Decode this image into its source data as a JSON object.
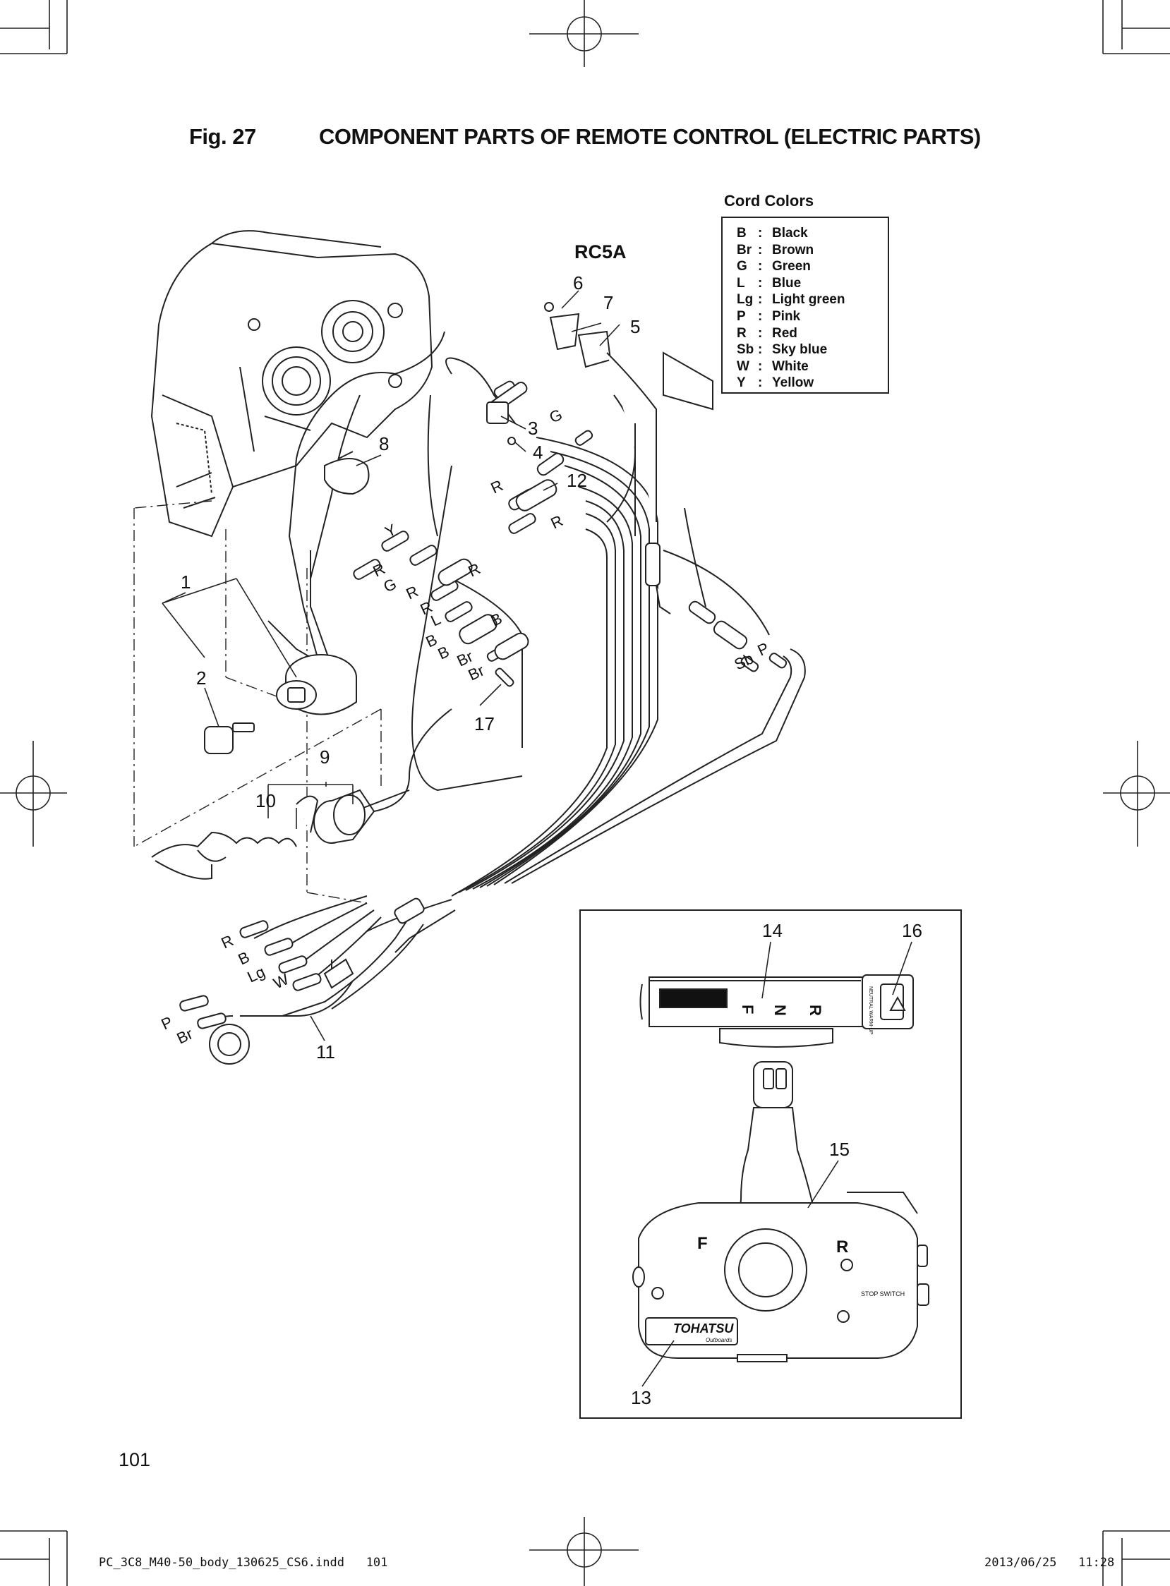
{
  "header": {
    "fig_label": "Fig. 27",
    "title": "COMPONENT PARTS OF REMOTE CONTROL (ELECTRIC PARTS)"
  },
  "model": "RC5A",
  "legend": {
    "title": "Cord Colors",
    "items": [
      {
        "code": "B",
        "name": "Black"
      },
      {
        "code": "Br",
        "name": "Brown"
      },
      {
        "code": "G",
        "name": "Green"
      },
      {
        "code": "L",
        "name": "Blue"
      },
      {
        "code": "Lg",
        "name": "Light green"
      },
      {
        "code": "P",
        "name": "Pink"
      },
      {
        "code": "R",
        "name": "Red"
      },
      {
        "code": "Sb",
        "name": "Sky blue"
      },
      {
        "code": "W",
        "name": "White"
      },
      {
        "code": "Y",
        "name": "Yellow"
      }
    ]
  },
  "callouts": {
    "c1": "1",
    "c2": "2",
    "c3": "3",
    "c4": "4",
    "c5": "5",
    "c6": "6",
    "c7": "7",
    "c8": "8",
    "c9": "9",
    "c10": "10",
    "c11": "11",
    "c12": "12",
    "c13": "13",
    "c14": "14",
    "c15": "15",
    "c16": "16",
    "c17": "17"
  },
  "wire_labels": {
    "g_top": "G",
    "r_12a": "R",
    "r_12b": "R",
    "y": "Y",
    "r1": "R",
    "g1": "G",
    "r2": "R",
    "r3": "R",
    "r4": "R",
    "l": "L",
    "b1": "B",
    "b2": "B",
    "b3": "B",
    "br1": "Br",
    "br2": "Br",
    "p_right": "P",
    "sb_right": "Sb",
    "r_bot": "R",
    "b_bot": "B",
    "lg_bot": "Lg",
    "w_bot": "W",
    "p_bot": "P",
    "br_bot": "Br"
  },
  "inset": {
    "indicator_f": "F",
    "indicator_n": "N",
    "indicator_r": "R",
    "neutral_warmup": "NEUTRAL WARM-UP",
    "lever_f": "F",
    "lever_r": "R",
    "stop_switch": "STOP SWITCH",
    "brand": "TOHATSU",
    "brand_sub": "Outboards"
  },
  "footer": {
    "page_number": "101",
    "file_slug": "PC_3C8_M40-50_body_130625_CS6.indd   101",
    "timestamp": "2013/06/25   11:28"
  }
}
